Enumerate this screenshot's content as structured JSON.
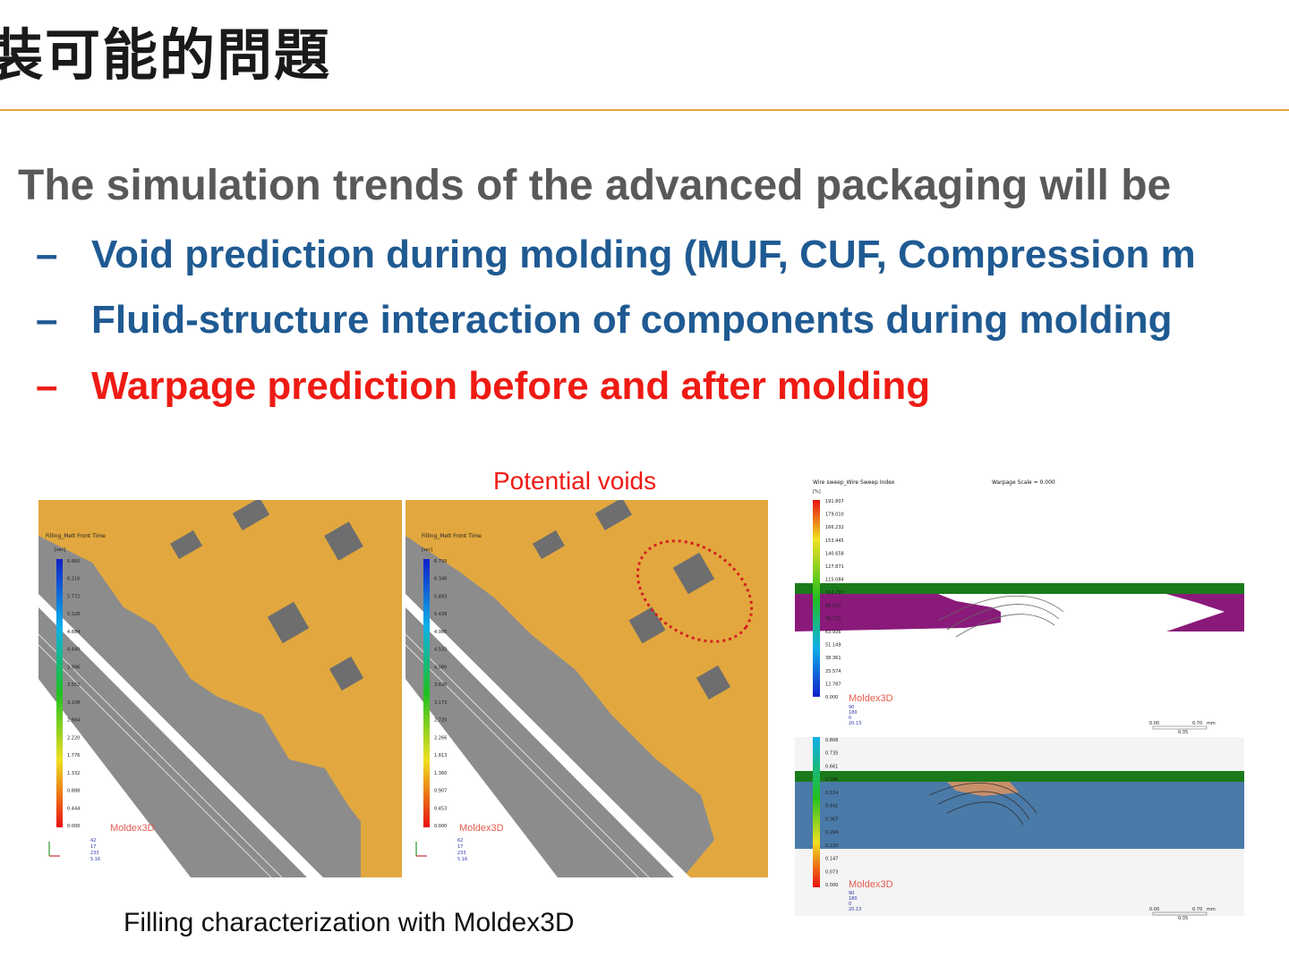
{
  "slide": {
    "title": "裝可能的問題",
    "lead": "The simulation trends of the advanced packaging will be",
    "bullets": [
      {
        "dash": "–",
        "text": "Void prediction during molding (MUF, CUF, Compression m",
        "color": "#1f5a92"
      },
      {
        "dash": "–",
        "text": "Fluid-structure interaction of components during molding",
        "color": "#1f5a92"
      },
      {
        "dash": "–",
        "text": "Warpage prediction before and after molding",
        "color": "#ee1b14"
      }
    ],
    "potential_voids_label": "Potential voids",
    "filling_caption": "Filling characterization with Moldex3D",
    "accent_color": "#e8a33a"
  },
  "filling_panels": [
    {
      "legend_title": "Filling_Melt Front Time",
      "unit": "[sec]",
      "ticks": [
        "6.660",
        "6.216",
        "5.772",
        "5.328",
        "4.884",
        "4.440",
        "3.996",
        "3.552",
        "3.108",
        "2.664",
        "2.220",
        "1.776",
        "1.332",
        "0.888",
        "0.444",
        "0.000"
      ],
      "brand": "Moldex3D",
      "view": [
        "42",
        "17",
        "233",
        "5.16"
      ]
    },
    {
      "legend_title": "Filling_Melt Front Time",
      "unit": "[sec]",
      "ticks": [
        "6.799",
        "6.346",
        "5.893",
        "5.439",
        "4.986",
        "4.533",
        "4.080",
        "3.626",
        "3.173",
        "2.720",
        "2.266",
        "1.813",
        "1.360",
        "0.907",
        "0.453",
        "0.000"
      ],
      "brand": "Moldex3D",
      "view": [
        "62",
        "17",
        "233",
        "5.16"
      ]
    }
  ],
  "warpage_panels": {
    "title_left": "Wire sweep_Wire Sweep Index",
    "title_right": "Warpage Scale = 0.000",
    "unit": "[%]",
    "top_ticks": [
      "191.807",
      "179.010",
      "166.232",
      "153.445",
      "140.658",
      "127.871",
      "115.084",
      "102.297",
      "89.510",
      "76.723",
      "63.936",
      "51.149",
      "38.361",
      "25.574",
      "12.787",
      "0.000"
    ],
    "bottom_ticks": [
      "0.808",
      "0.735",
      "0.661",
      "0.588",
      "0.514",
      "0.441",
      "0.367",
      "0.294",
      "0.220",
      "0.147",
      "0.073",
      "0.000"
    ],
    "brand": "Moldex3D",
    "view": [
      "90",
      "180",
      "0",
      "20.13"
    ],
    "scale_labels": [
      "0.00",
      "0.70",
      "mm",
      "0.35"
    ]
  }
}
